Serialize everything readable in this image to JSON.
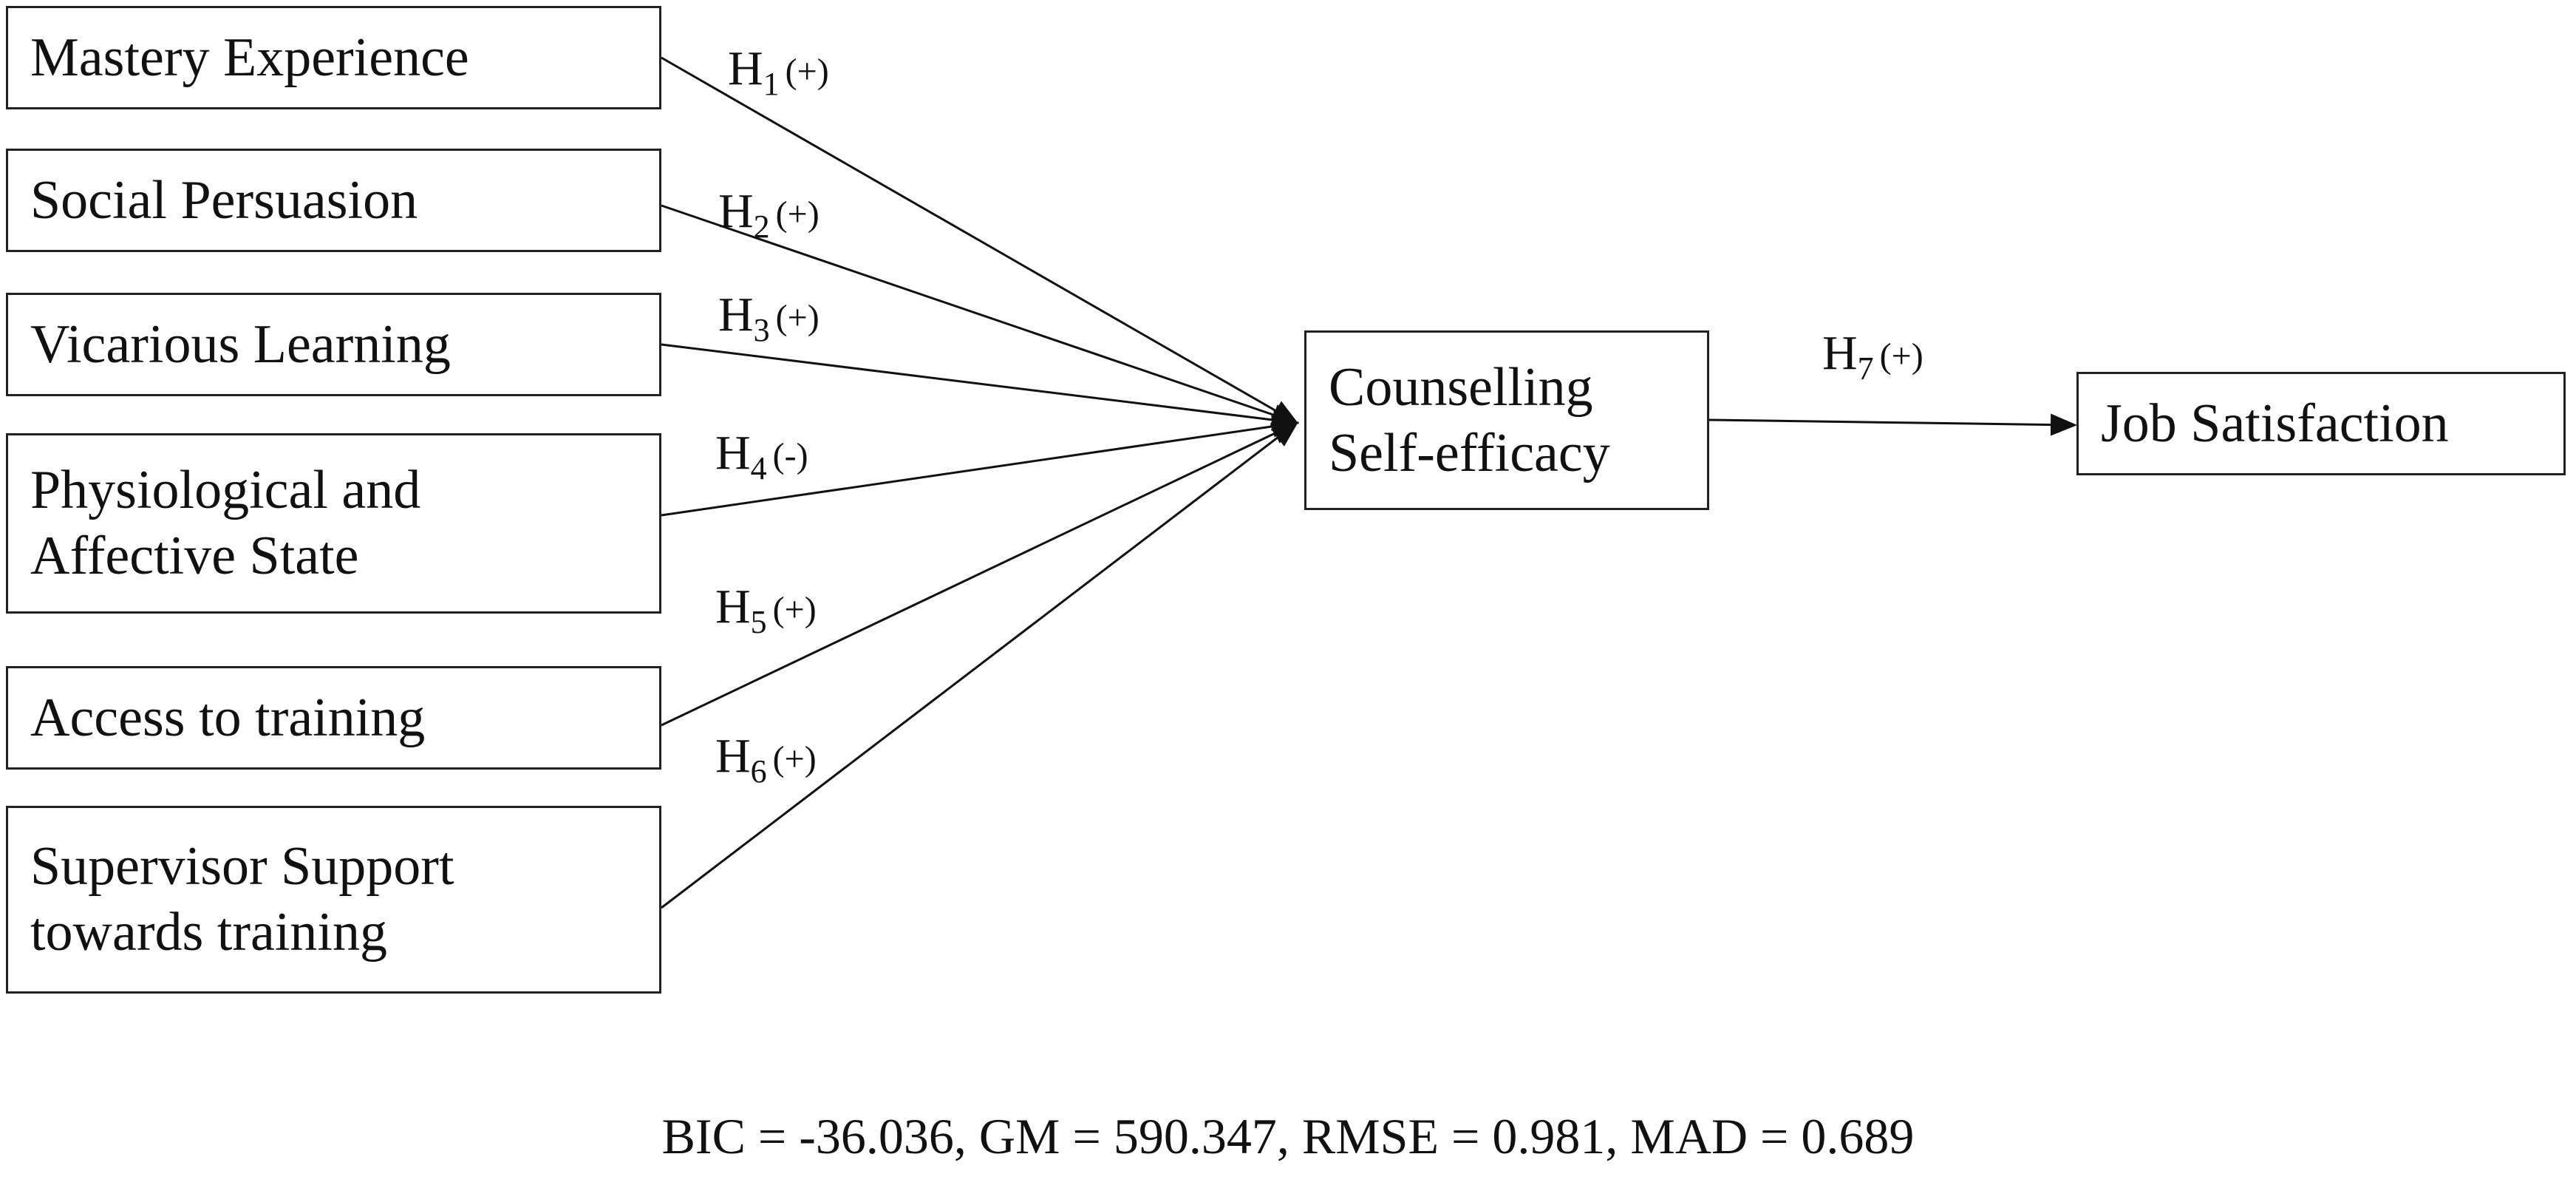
{
  "factors": [
    {
      "label": "Mastery Experience"
    },
    {
      "label": "Social Persuasion"
    },
    {
      "label": "Vicarious Learning"
    },
    {
      "label": "Physiological and\nAffective State"
    },
    {
      "label": "Access to training"
    },
    {
      "label": "Supervisor Support\ntowards training"
    }
  ],
  "mediator": {
    "label": "Counselling\nSelf-efficacy"
  },
  "outcome": {
    "label": "Job Satisfaction"
  },
  "hypotheses": [
    {
      "letter": "H",
      "index": "1",
      "sign": "(+)"
    },
    {
      "letter": "H",
      "index": "2",
      "sign": "(+)"
    },
    {
      "letter": "H",
      "index": "3",
      "sign": "(+)"
    },
    {
      "letter": "H",
      "index": "4",
      "sign": "(-)"
    },
    {
      "letter": "H",
      "index": "5",
      "sign": "(+)"
    },
    {
      "letter": "H",
      "index": "6",
      "sign": "(+)"
    },
    {
      "letter": "H",
      "index": "7",
      "sign": "(+)"
    }
  ],
  "fit_statistics": "BIC = -36.036, GM = 590.347, RMSE = 0.981, MAD = 0.689"
}
